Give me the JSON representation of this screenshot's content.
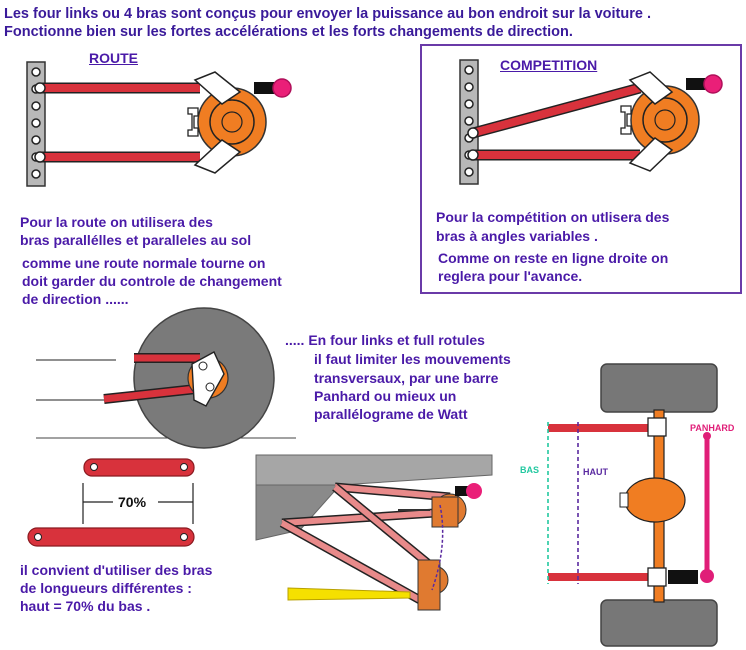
{
  "header": {
    "line1": "Les four links ou 4 bras sont conçus pour envoyer la puissance au bon endroit sur la voiture .",
    "line2": "Fonctionne bien sur les fortes accélérations et les forts changements de direction."
  },
  "route": {
    "title": "ROUTE",
    "text1": "Pour la route on utilisera des",
    "text2": "bras parallélles et paralleles au sol",
    "text3": "comme une route normale tourne on",
    "text4": "doit garder du controle de changement",
    "text5": "de direction  ......"
  },
  "competition": {
    "title": "COMPETITION",
    "text1": "Pour la compétition on utlisera des",
    "text2": "bras à angles variables .",
    "text3": "Comme on reste en ligne droite on",
    "text4": "reglera pour l'avance."
  },
  "rotules": {
    "text1": ".....  En four links et full rotules",
    "text2": "il faut limiter les mouvements",
    "text3": "transversaux, par une barre",
    "text4": "Panhard ou mieux un",
    "text5": "parallélograme de Watt"
  },
  "lengths": {
    "percent": "70%",
    "text1": "il convient d'utiliser des bras",
    "text2": "de longueurs différentes :",
    "text3": "haut = 70% du bas ."
  },
  "rear_view": {
    "label_bas": "BAS",
    "label_haut": "HAUT",
    "label_panhard": "PANHARD"
  },
  "colors": {
    "text": "#4a1aa8",
    "arm_red": "#d8323c",
    "axle_orange": "#f07d22",
    "bolt_pink": "#ea1f78",
    "frame_purple": "#6a3aa8",
    "bas_green": "#22c8a0",
    "haut_purple": "#5a2aa0",
    "panhard_pink": "#e01e78"
  }
}
